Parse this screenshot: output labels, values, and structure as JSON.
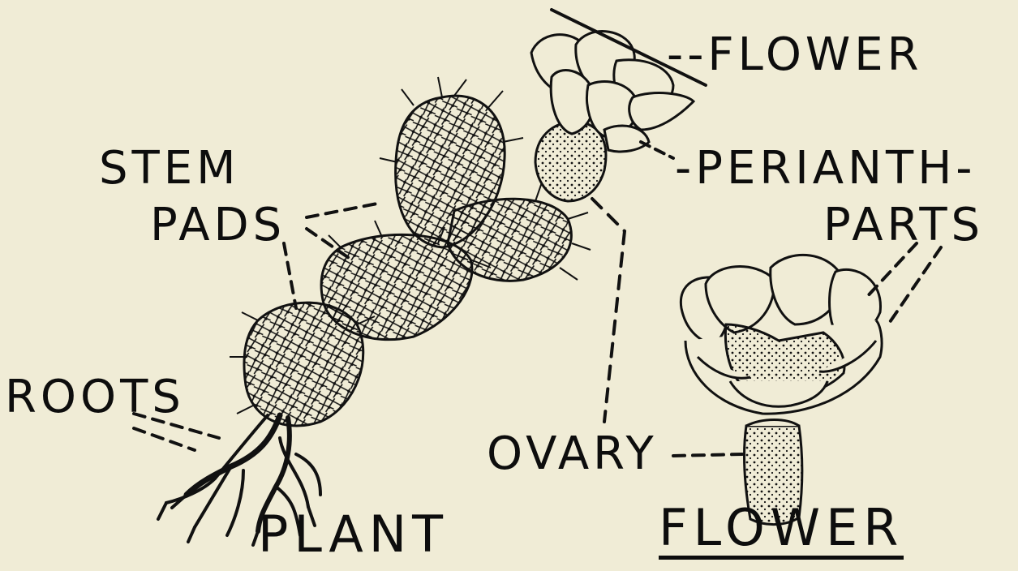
{
  "labels": {
    "flower": "--FLOWER",
    "stem": "STEM",
    "pads": "PADS",
    "perianth": "-PERIANTH-",
    "parts": "PARTS",
    "roots": "ROOTS",
    "ovary": "OVARY",
    "plant_title": "PLANT",
    "flower_title": "FLOWER"
  },
  "colors": {
    "ink": "#0d0d0d",
    "paper": "#f0ecd6"
  }
}
